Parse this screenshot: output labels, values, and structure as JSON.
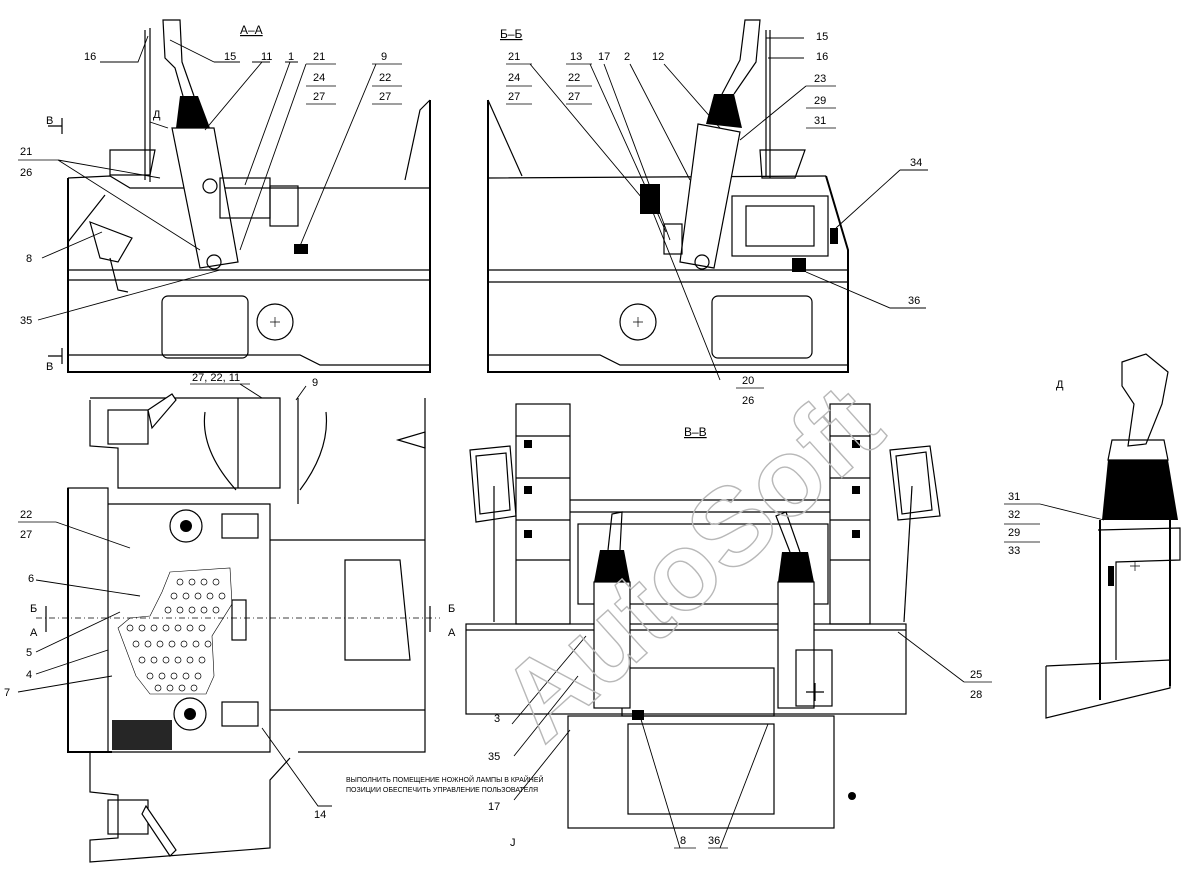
{
  "watermark": "AutoSoft",
  "views": {
    "aa": "А–А",
    "bb": "Б–Б",
    "vv": "В–В",
    "d": "Д"
  },
  "section_marks": {
    "v_top": "В",
    "v_bottom": "В",
    "d_arrow": "Д",
    "b_left": "Б",
    "a_left": "А",
    "b_right": "Б",
    "a_right": "А",
    "j_mark": "J"
  },
  "note": {
    "line1": "ВЫПОЛНИТЬ ПОМЕЩЕНИЕ НОЖНОЙ ЛАМПЫ В КРАЙНЕЙ",
    "line2": "ПОЗИЦИИ ОБЕСПЕЧИТЬ УПРАВЛЕНИЕ ПОЛЬЗОВАТЕЛЯ"
  },
  "callouts": {
    "aa": {
      "c16": "16",
      "c15": "15",
      "c11": "11",
      "c1": "1",
      "c21": "21",
      "c24": "24",
      "c27": "27",
      "c9": "9",
      "c22": "22",
      "c27b": "27",
      "c21l": "21",
      "c26l": "26",
      "c8": "8",
      "c35": "35"
    },
    "bb": {
      "c21": "21",
      "c24": "24",
      "c27": "27",
      "c13": "13",
      "c22": "22",
      "c27b": "27",
      "c17": "17",
      "c2": "2",
      "c12": "12",
      "c15": "15",
      "c16": "16",
      "c23": "23",
      "c29": "29",
      "c31": "31",
      "c34": "34",
      "c36": "36",
      "c20": "20",
      "c26": "26"
    },
    "plan": {
      "top": "27, 22, 11",
      "c9": "9",
      "c22": "22",
      "c27": "27",
      "c6": "6",
      "c5": "5",
      "c4": "4",
      "c7": "7",
      "c14": "14"
    },
    "vv": {
      "c3": "3",
      "c35": "35",
      "c17": "17",
      "c8": "8",
      "c36": "36",
      "c25": "25",
      "c28": "28"
    },
    "d": {
      "c31": "31",
      "c32": "32",
      "c29": "29",
      "c33": "33"
    }
  }
}
